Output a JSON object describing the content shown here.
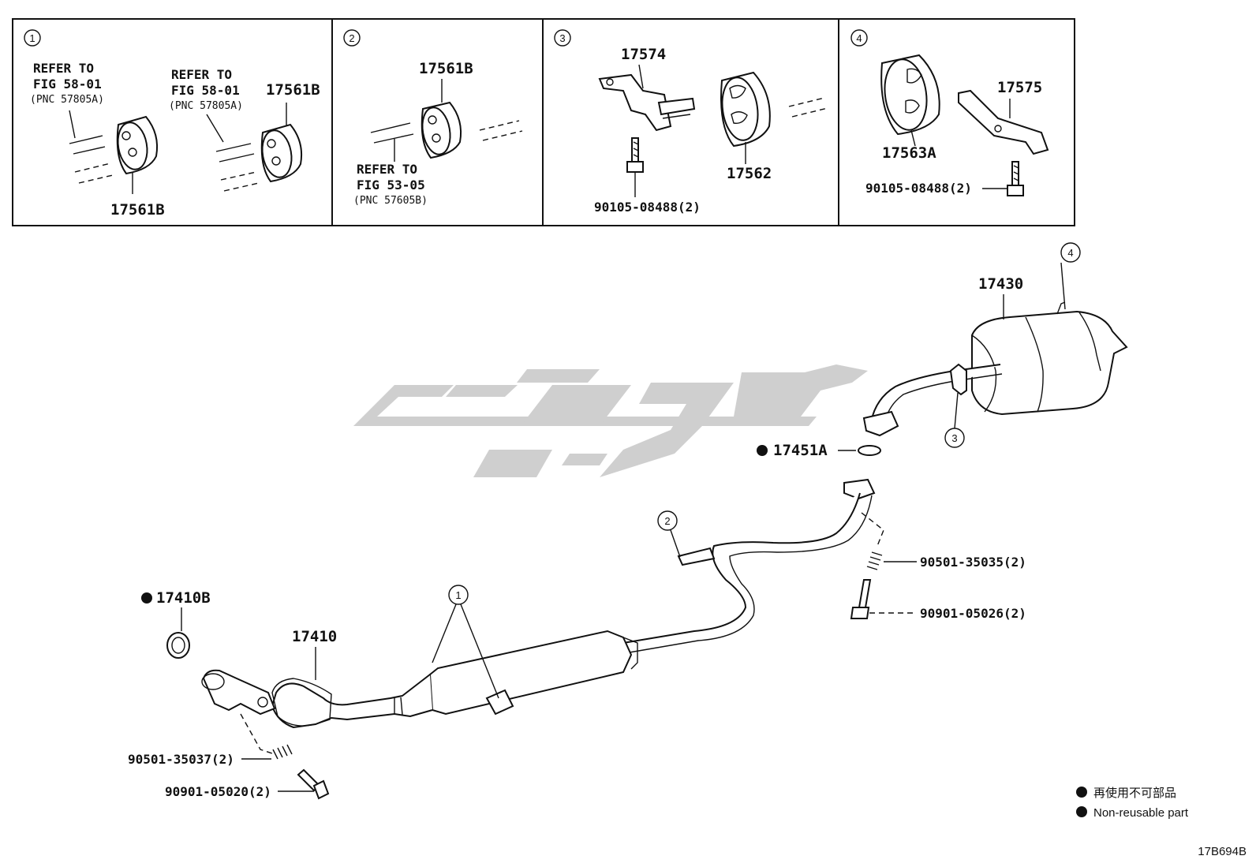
{
  "panels": [
    {
      "num": "1",
      "ref1": [
        "REFER TO",
        "FIG 58-01",
        "(PNC 57805A)"
      ],
      "ref2": [
        "REFER TO",
        "FIG 58-01",
        "(PNC 57805A)"
      ],
      "part_a": "17561B",
      "part_b": "17561B"
    },
    {
      "num": "2",
      "part": "17561B",
      "ref": [
        "REFER TO",
        "FIG 53-05",
        "(PNC 57605B)"
      ]
    },
    {
      "num": "3",
      "part_bracket": "17574",
      "part_hanger": "17562",
      "bolt": "90105-08488(2)"
    },
    {
      "num": "4",
      "part_hanger": "17563A",
      "part_bracket": "17575",
      "bolt": "90105-08488(2)"
    }
  ],
  "main": {
    "muffler": "17430",
    "gasket_a": "17451A",
    "gasket_b": "17410B",
    "front_pipe": "17410",
    "spring_front": "90501-35037(2)",
    "bolt_front": "90901-05020(2)",
    "spring_rear": "90501-35035(2)",
    "bolt_rear": "90901-05026(2)",
    "callouts": [
      "1",
      "2",
      "3",
      "4"
    ]
  },
  "legend": {
    "jp": "再使用不可部品",
    "en": "Non-reusable part"
  },
  "figure_code": "17B694B",
  "colors": {
    "line": "#111111",
    "watermark": "#cfcfcf"
  }
}
